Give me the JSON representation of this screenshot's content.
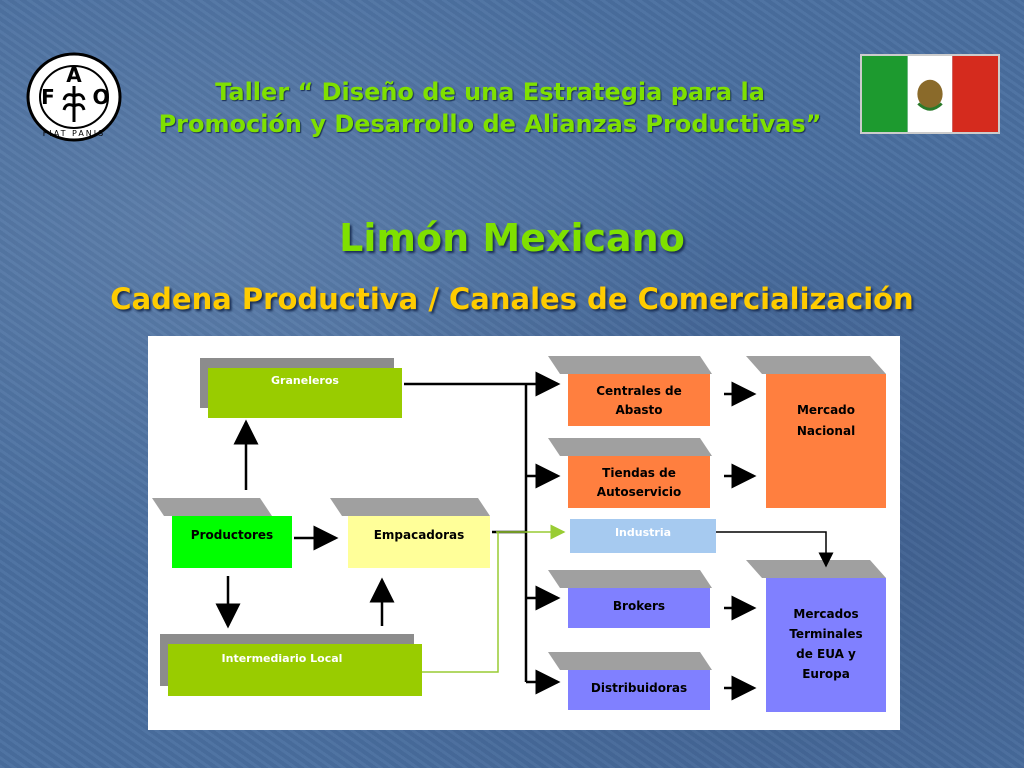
{
  "header": {
    "line1": "Taller “ Diseño de una Estrategia para la",
    "line2": "Promoción y Desarrollo de Alianzas Productivas”"
  },
  "logo": {
    "text_top": "A",
    "text_left": "F",
    "text_right": "O",
    "motto": "FIAT PANIS"
  },
  "title": "Limón Mexicano",
  "subtitle": "Cadena Productiva / Canales de Comercialización",
  "diagram": {
    "graneleros": "Graneleros",
    "productores": "Productores",
    "empacadoras": "Empacadoras",
    "intermediario": "Intermediario Local",
    "centrales_1": "Centrales de",
    "centrales_2": "Abasto",
    "tiendas_1": "Tiendas de",
    "tiendas_2": "Autoservicio",
    "industria": "Industria",
    "brokers": "Brokers",
    "distribuidoras": "Distribuidoras",
    "mercado_1": "Mercado",
    "mercado_2": "Nacional",
    "terminales_1": "Mercados",
    "terminales_2": "Terminales",
    "terminales_3": "de EUA y",
    "terminales_4": "Europa"
  },
  "colors": {
    "green_box": "#99cc00",
    "bright_green": "#00ff00",
    "yellow_box": "#ffff99",
    "orange_box": "#ff7f3f",
    "blue_box": "#8080ff",
    "light_blue": "#a6caf0"
  }
}
